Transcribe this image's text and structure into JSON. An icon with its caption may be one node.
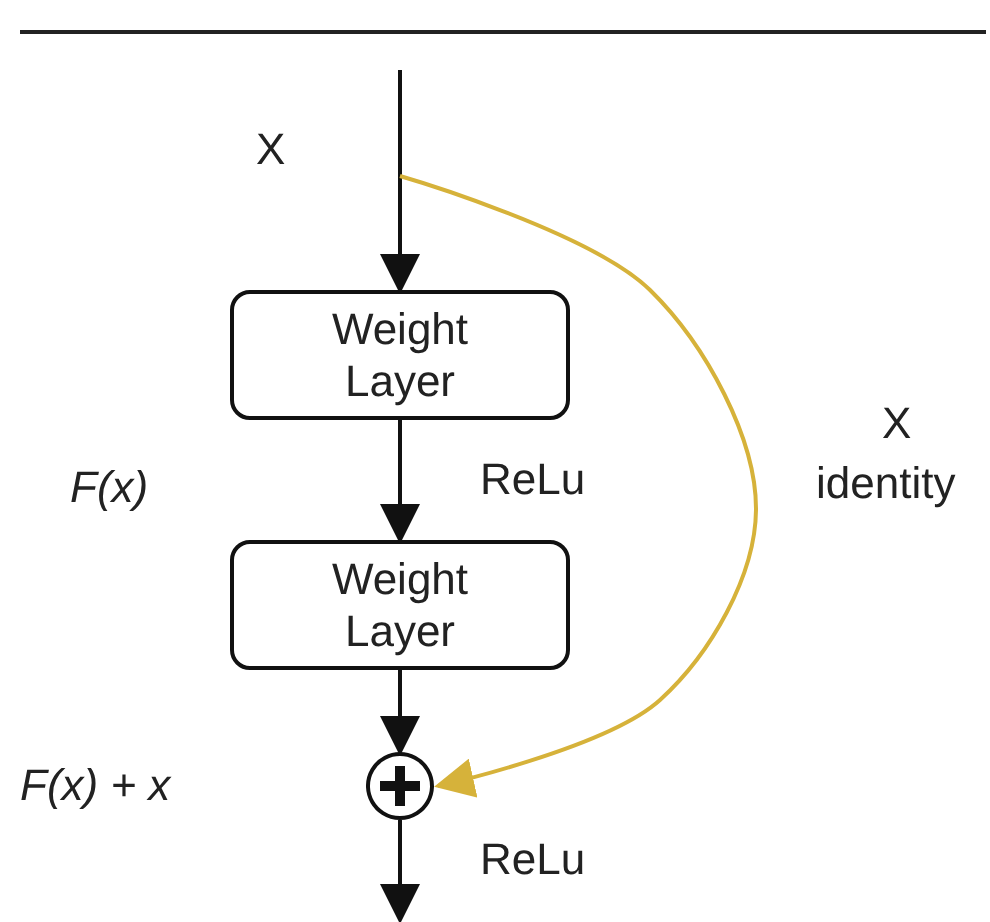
{
  "diagram": {
    "nodes": [
      {
        "text": [
          "Weight Layer"
        ]
      },
      {
        "text": [
          "Weight Layer"
        ]
      },
      {
        "text": [],
        "shape": "circle"
      }
    ],
    "edges": [
      {
        "from": null,
        "to": 0,
        "arrow": "to"
      },
      {
        "from": 0,
        "to": 1,
        "arrow": "to",
        "label": "ReLu"
      },
      {
        "from": 1,
        "to": 2,
        "arrow": "to"
      },
      {
        "from": null,
        "to": 2,
        "arrow": "to",
        "color": "#d6b23a"
      },
      {
        "from": 2,
        "to": null,
        "arrow": "to",
        "label": "ReLu"
      }
    ],
    "labels": [
      "X",
      "F(x)",
      "X",
      "identity",
      "F(x) + x"
    ]
  }
}
